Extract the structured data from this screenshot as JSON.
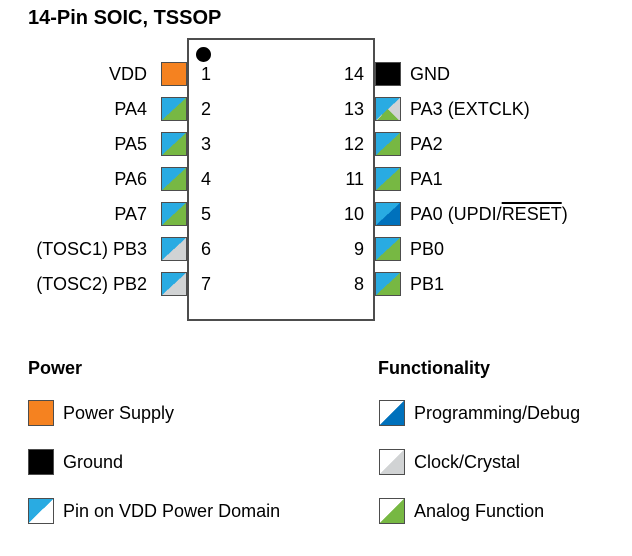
{
  "title": "14-Pin SOIC, TSSOP",
  "colors": {
    "power": "#F58220",
    "ground": "#000000",
    "vdd_domain": "#29ABE2",
    "debug": "#0071BC",
    "clock": "#D1D3D4",
    "analog": "#77B843",
    "white": "#FFFFFF",
    "outline": "#4D4D4D"
  },
  "pins": {
    "left": [
      {
        "number": "1",
        "label": "VDD",
        "type": "power"
      },
      {
        "number": "2",
        "label": "PA4",
        "type": "vdd-analog"
      },
      {
        "number": "3",
        "label": "PA5",
        "type": "vdd-analog"
      },
      {
        "number": "4",
        "label": "PA6",
        "type": "vdd-analog"
      },
      {
        "number": "5",
        "label": "PA7",
        "type": "vdd-analog"
      },
      {
        "number": "6",
        "label": "(TOSC1) PB3",
        "type": "vdd-clock"
      },
      {
        "number": "7",
        "label": "(TOSC2) PB2",
        "type": "vdd-clock"
      }
    ],
    "right": [
      {
        "number": "14",
        "label": "GND",
        "type": "ground"
      },
      {
        "number": "13",
        "label": "PA3 (EXTCLK)",
        "type": "vdd-clock-analog"
      },
      {
        "number": "12",
        "label": "PA2",
        "type": "vdd-analog"
      },
      {
        "number": "11",
        "label": "PA1",
        "type": "vdd-analog"
      },
      {
        "number": "10",
        "label_prefix": "PA0 (UPDI/",
        "label_overline": "RESET",
        "label_suffix": ")",
        "type": "vdd-debug"
      },
      {
        "number": "9",
        "label": "PB0",
        "type": "vdd-analog"
      },
      {
        "number": "8",
        "label": "PB1",
        "type": "vdd-analog"
      }
    ]
  },
  "legend": {
    "power": {
      "heading": "Power",
      "items": [
        {
          "label": "Power Supply",
          "type": "power"
        },
        {
          "label": "Ground",
          "type": "ground"
        },
        {
          "label": "Pin on VDD Power Domain",
          "type": "vdd"
        }
      ]
    },
    "functionality": {
      "heading": "Functionality",
      "items": [
        {
          "label": "Programming/Debug",
          "type": "debug"
        },
        {
          "label": "Clock/Crystal",
          "type": "clock"
        },
        {
          "label": "Analog Function",
          "type": "analog"
        }
      ]
    }
  }
}
